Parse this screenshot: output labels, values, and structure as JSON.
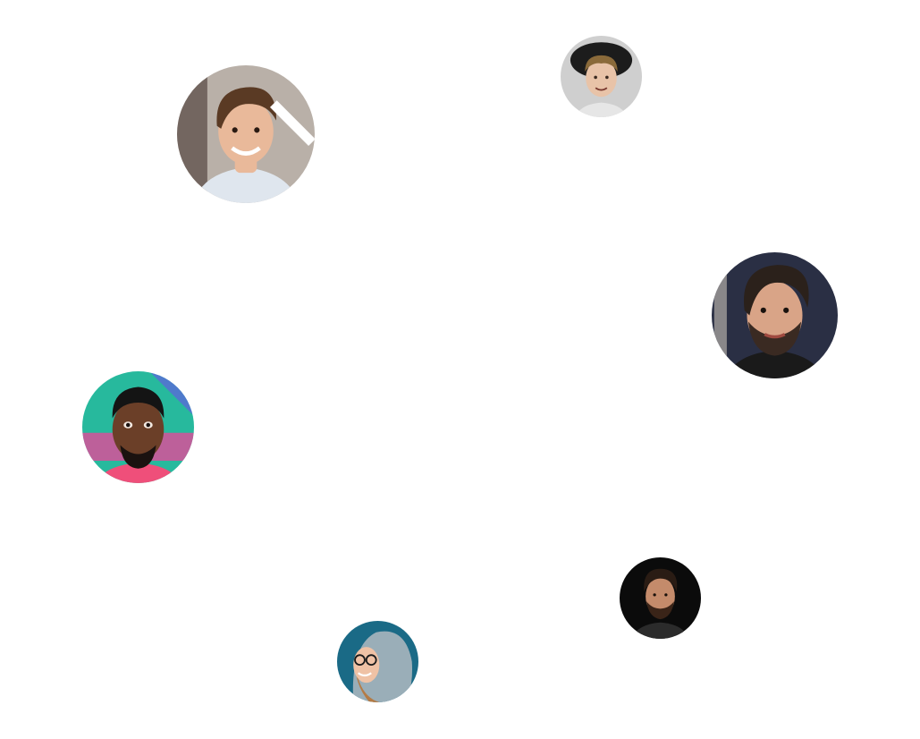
{
  "avatars": [
    {
      "id": "av1",
      "icon": "person-portrait-smiling-man",
      "bg": "#b9b0a8",
      "skin": "#e9b99a",
      "hair": "#5a3a24",
      "shirt": "#dfe6ee"
    },
    {
      "id": "av2",
      "icon": "person-portrait-curly-hair-hat",
      "bg": "#cfcfcf",
      "skin": "#e8c3a8",
      "hair": "#8a6a3a",
      "shirt": "#e6e6e6"
    },
    {
      "id": "av3",
      "icon": "person-portrait-bearded-man",
      "bg": "#2a2f44",
      "skin": "#d9a487",
      "hair": "#2b211b",
      "shirt": "#1a1a1a"
    },
    {
      "id": "av4",
      "icon": "person-portrait-man-graffiti",
      "bg": "#27b99d",
      "skin": "#6b3f28",
      "hair": "#141414",
      "shirt": "#ef4f7a"
    },
    {
      "id": "av5",
      "icon": "person-portrait-dark-background",
      "bg": "#0b0b0b",
      "skin": "#c48b6b",
      "hair": "#2a1c14",
      "shirt": "#2b2b2b"
    },
    {
      "id": "av6",
      "icon": "person-portrait-hoodie-glasses",
      "bg": "#1a6a86",
      "skin": "#efc2a5",
      "hair": "#b47b45",
      "shirt": "#9aaeb8"
    }
  ]
}
